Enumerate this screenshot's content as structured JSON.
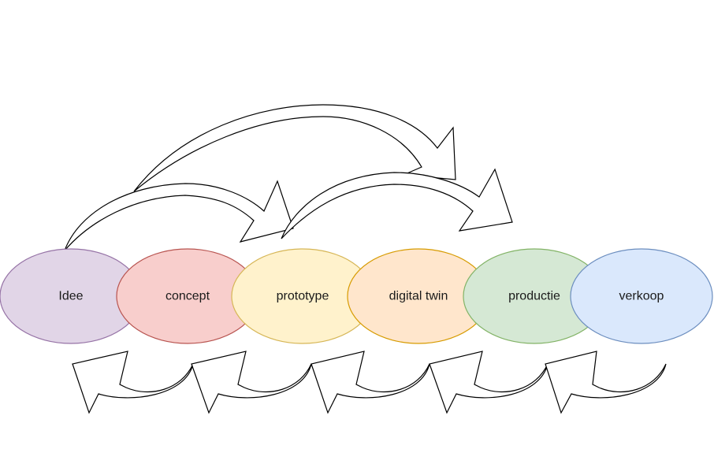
{
  "diagram": {
    "nodes": [
      {
        "id": "idee",
        "label": "Idee",
        "fill": "#e1d5e7",
        "stroke": "#9673a6"
      },
      {
        "id": "concept",
        "label": "concept",
        "fill": "#f8cecc",
        "stroke": "#b85450"
      },
      {
        "id": "prototype",
        "label": "prototype",
        "fill": "#fff2cc",
        "stroke": "#d6b656"
      },
      {
        "id": "digital-twin",
        "label": "digital twin",
        "fill": "#ffe6cc",
        "stroke": "#d79b00"
      },
      {
        "id": "productie",
        "label": "productie",
        "fill": "#d5e8d4",
        "stroke": "#82b366"
      },
      {
        "id": "verkoop",
        "label": "verkoop",
        "fill": "#dae8fc",
        "stroke": "#6c8ebf"
      }
    ],
    "forward_arrows": [
      {
        "from": "idee",
        "to": "prototype"
      },
      {
        "from": "concept",
        "to": "productie"
      },
      {
        "from": "prototype",
        "to": "productie"
      }
    ],
    "feedback_arrows": [
      {
        "from": "concept",
        "to": "idee"
      },
      {
        "from": "prototype",
        "to": "concept"
      },
      {
        "from": "digital-twin",
        "to": "prototype"
      },
      {
        "from": "productie",
        "to": "digital-twin"
      },
      {
        "from": "verkoop",
        "to": "productie"
      }
    ]
  }
}
